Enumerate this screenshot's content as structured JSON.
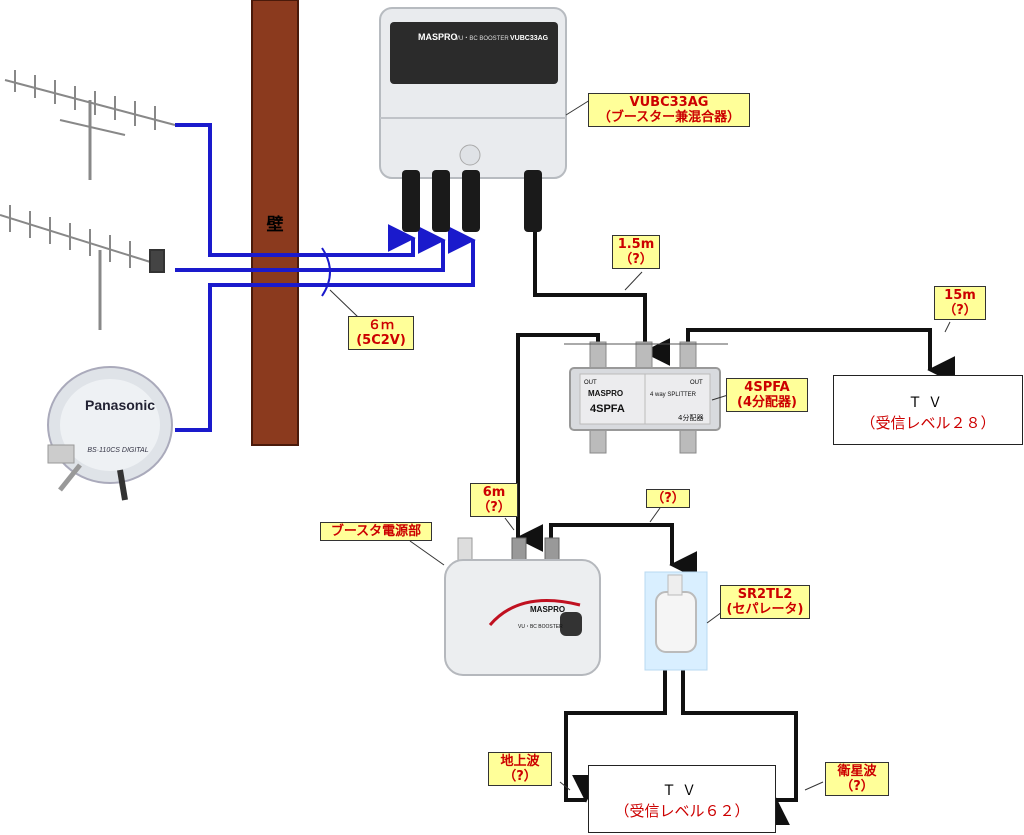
{
  "wall": {
    "label": "壁"
  },
  "booster": {
    "brand": "MASPRO",
    "model": "VUBC33AG",
    "subtitle": "VU・BC BOOSTER",
    "callout_line1": "VUBC33AG",
    "callout_line2": "（ブースター兼混合器）"
  },
  "cable_6m": {
    "line1": "６ｍ",
    "line2": "(5C2V)"
  },
  "cable_1_5m": {
    "line1": "1.5m",
    "line2": "（?）"
  },
  "cable_15m": {
    "line1": "15m",
    "line2": "（?）"
  },
  "cable_6m_b": {
    "line1": "6m",
    "line2": "（?）"
  },
  "cable_q": {
    "line1": "（?）"
  },
  "splitter": {
    "brand": "MASPRO",
    "model": "4SPFA",
    "subtitle": "4 way SPLITTER",
    "out_label": "OUT",
    "count_label": "4分配器",
    "callout_line1": "4SPFA",
    "callout_line2": "(4分配器)"
  },
  "power_unit": {
    "brand": "MASPRO",
    "label": "VU・BC BOOSTER",
    "callout": "ブースタ電源部"
  },
  "separator": {
    "callout_line1": "SR2TL2",
    "callout_line2": "(セパレータ)"
  },
  "tv1": {
    "line1": "ＴＶ",
    "line2": "（受信レベル２８）"
  },
  "tv2": {
    "line1": "ＴＶ",
    "line2": "（受信レベル６２）"
  },
  "terrestrial": {
    "line1": "地上波",
    "line2": "（?）"
  },
  "satellite": {
    "line1": "衛星波",
    "line2": "（?）"
  },
  "dish": {
    "brand": "Panasonic",
    "text": "BS·110CS DIGITAL"
  },
  "colors": {
    "cable_blue": "#1a1acc",
    "cable_black": "#111111",
    "wall": "#8b3a1e",
    "callout_bg": "#ffff99",
    "callout_text": "#cc0000"
  }
}
